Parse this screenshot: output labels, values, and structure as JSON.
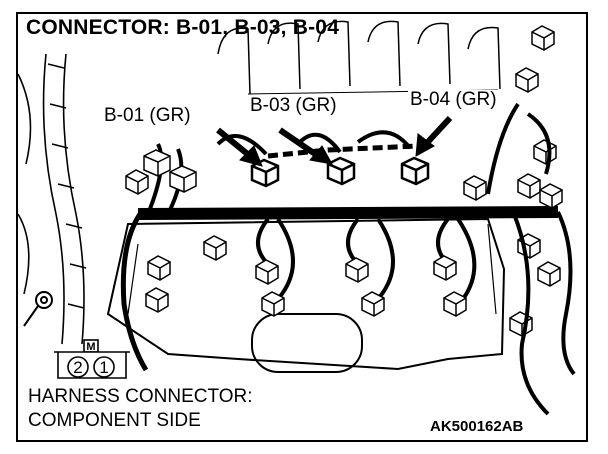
{
  "diagram": {
    "title": "CONNECTOR: B-01, B-03, B-04",
    "callouts": {
      "b01": "B-01 (GR)",
      "b03": "B-03 (GR)",
      "b04": "B-04 (GR)"
    },
    "caption": {
      "line1": "HARNESS CONNECTOR:",
      "line2": "COMPONENT SIDE"
    },
    "figure_code": "AK500162AB",
    "harness_connector": {
      "marker": "M",
      "pins": [
        "2",
        "1"
      ]
    }
  },
  "colors": {
    "line": "#000000",
    "background": "#ffffff"
  }
}
